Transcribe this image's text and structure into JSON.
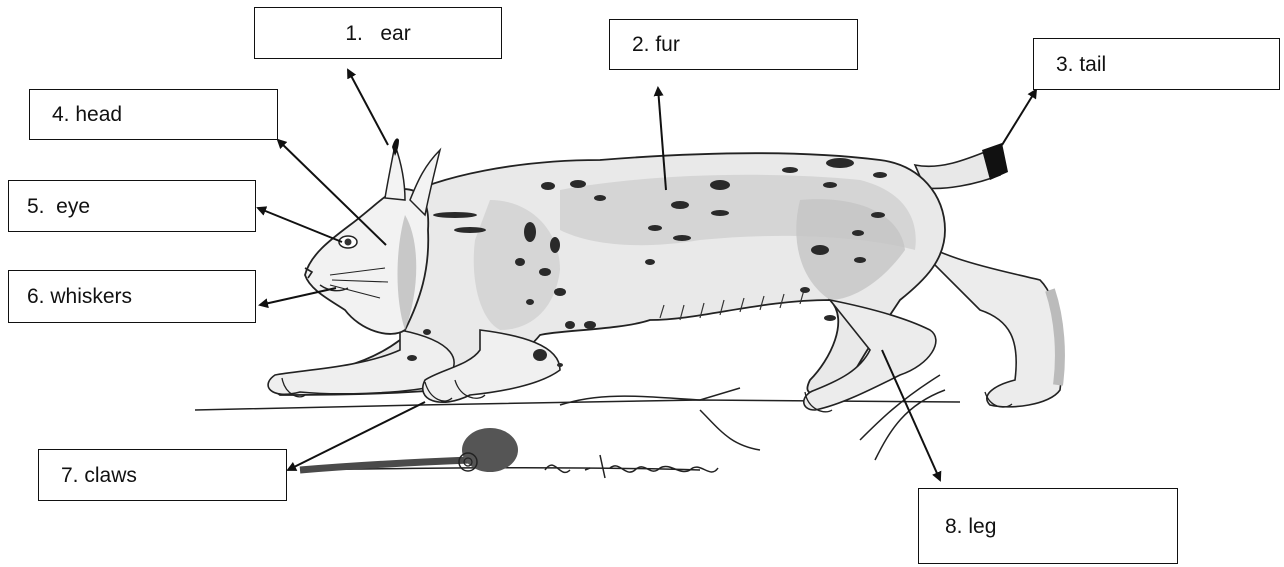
{
  "labels": {
    "ear": "1.   ear",
    "fur": "2. fur",
    "tail": "3. tail",
    "head": "4. head",
    "eye": "5.  eye",
    "whiskers": "6. whiskers",
    "claws": "7. claws",
    "leg": "8. leg"
  },
  "colors": {
    "ink": "#111111",
    "fur_shade": "#c9c9c9",
    "fur_light": "#e4e4e4",
    "spots": "#2a2a2a"
  }
}
